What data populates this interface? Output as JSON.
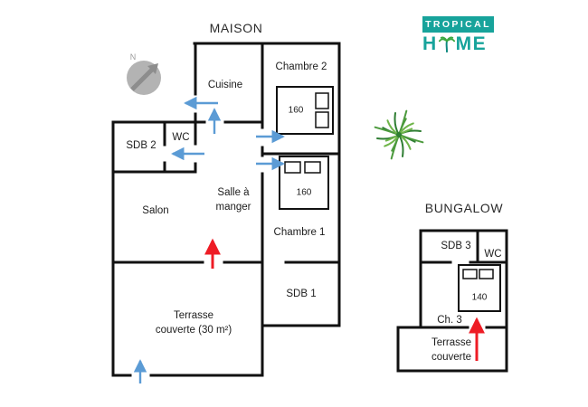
{
  "colors": {
    "wall_black": "#111111",
    "door_arrow_blue": "#5b9bd5",
    "entrance_arrow_red": "#ee1c25",
    "brand_teal": "#17a39b",
    "tree_green": "#3f8f3a",
    "compass_gray": "#b3b3b3"
  },
  "logo": {
    "band": "TROPICAL",
    "h": "H",
    "me": "ME"
  },
  "compass": {
    "label": "N"
  },
  "maison": {
    "title": "MAISON",
    "rooms": {
      "cuisine": "Cuisine",
      "chambre2": "Chambre 2",
      "wc": "WC",
      "sdb2": "SDB 2",
      "salon": "Salon",
      "salle_a_manger_line1": "Salle à",
      "salle_a_manger_line2": "manger",
      "chambre1": "Chambre 1",
      "sdb1": "SDB 1",
      "terrasse_line1": "Terrasse",
      "terrasse_line2": "couverte (30 m²)"
    },
    "beds": {
      "chambre2": "160",
      "chambre1": "160"
    }
  },
  "bungalow": {
    "title": "BUNGALOW",
    "rooms": {
      "sdb3": "SDB 3",
      "wc": "WC",
      "ch3": "Ch. 3",
      "terrasse_line1": "Terrasse",
      "terrasse_line2": "couverte"
    },
    "beds": {
      "ch3": "140"
    }
  }
}
